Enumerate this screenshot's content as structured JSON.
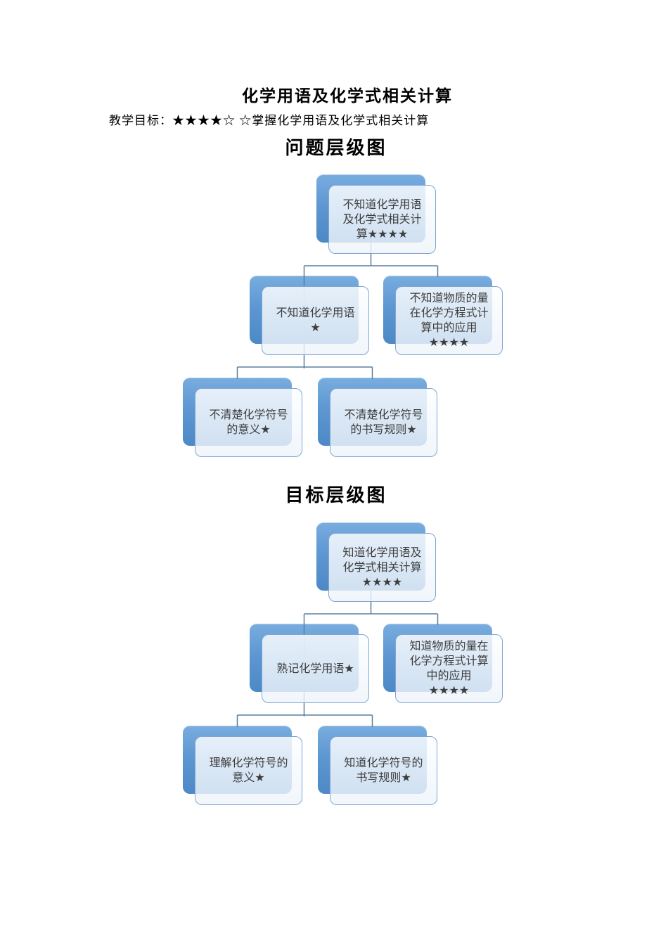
{
  "page": {
    "title": "化学用语及化学式相关计算",
    "goal_line": "教学目标：★★★★☆ ☆掌握化学用语及化学式相关计算"
  },
  "diagrams": [
    {
      "heading": "问题层级图",
      "nodes": {
        "root": "不知道化学用语\n及化学式相关计\n算★★★★",
        "child_left": "不知道化学用语\n★",
        "child_right": "不知道物质的量\n在化学方程式计\n算中的应用\n★★★★",
        "grandchild_left": "不清楚化学符号\n的意义★",
        "grandchild_right": "不清楚化学符号\n的书写规则★"
      }
    },
    {
      "heading": "目标层级图",
      "nodes": {
        "root": "知道化学用语及\n化学式相关计算\n★★★★",
        "child_left": "熟记化学用语★",
        "child_right": "知道物质的量在\n化学方程式计算\n中的应用\n★★★★",
        "grandchild_left": "理解化学符号的\n意义★",
        "grandchild_right": "知道化学符号的\n书写规则★"
      }
    }
  ],
  "colors": {
    "shape_blue_top": "#79ADDF",
    "shape_blue_bottom": "#4C89C6",
    "front_fill": "#F3F7FC",
    "front_border": "#7FA6D2",
    "connector": "#5B7F9E",
    "text": "#3D3D3D"
  }
}
